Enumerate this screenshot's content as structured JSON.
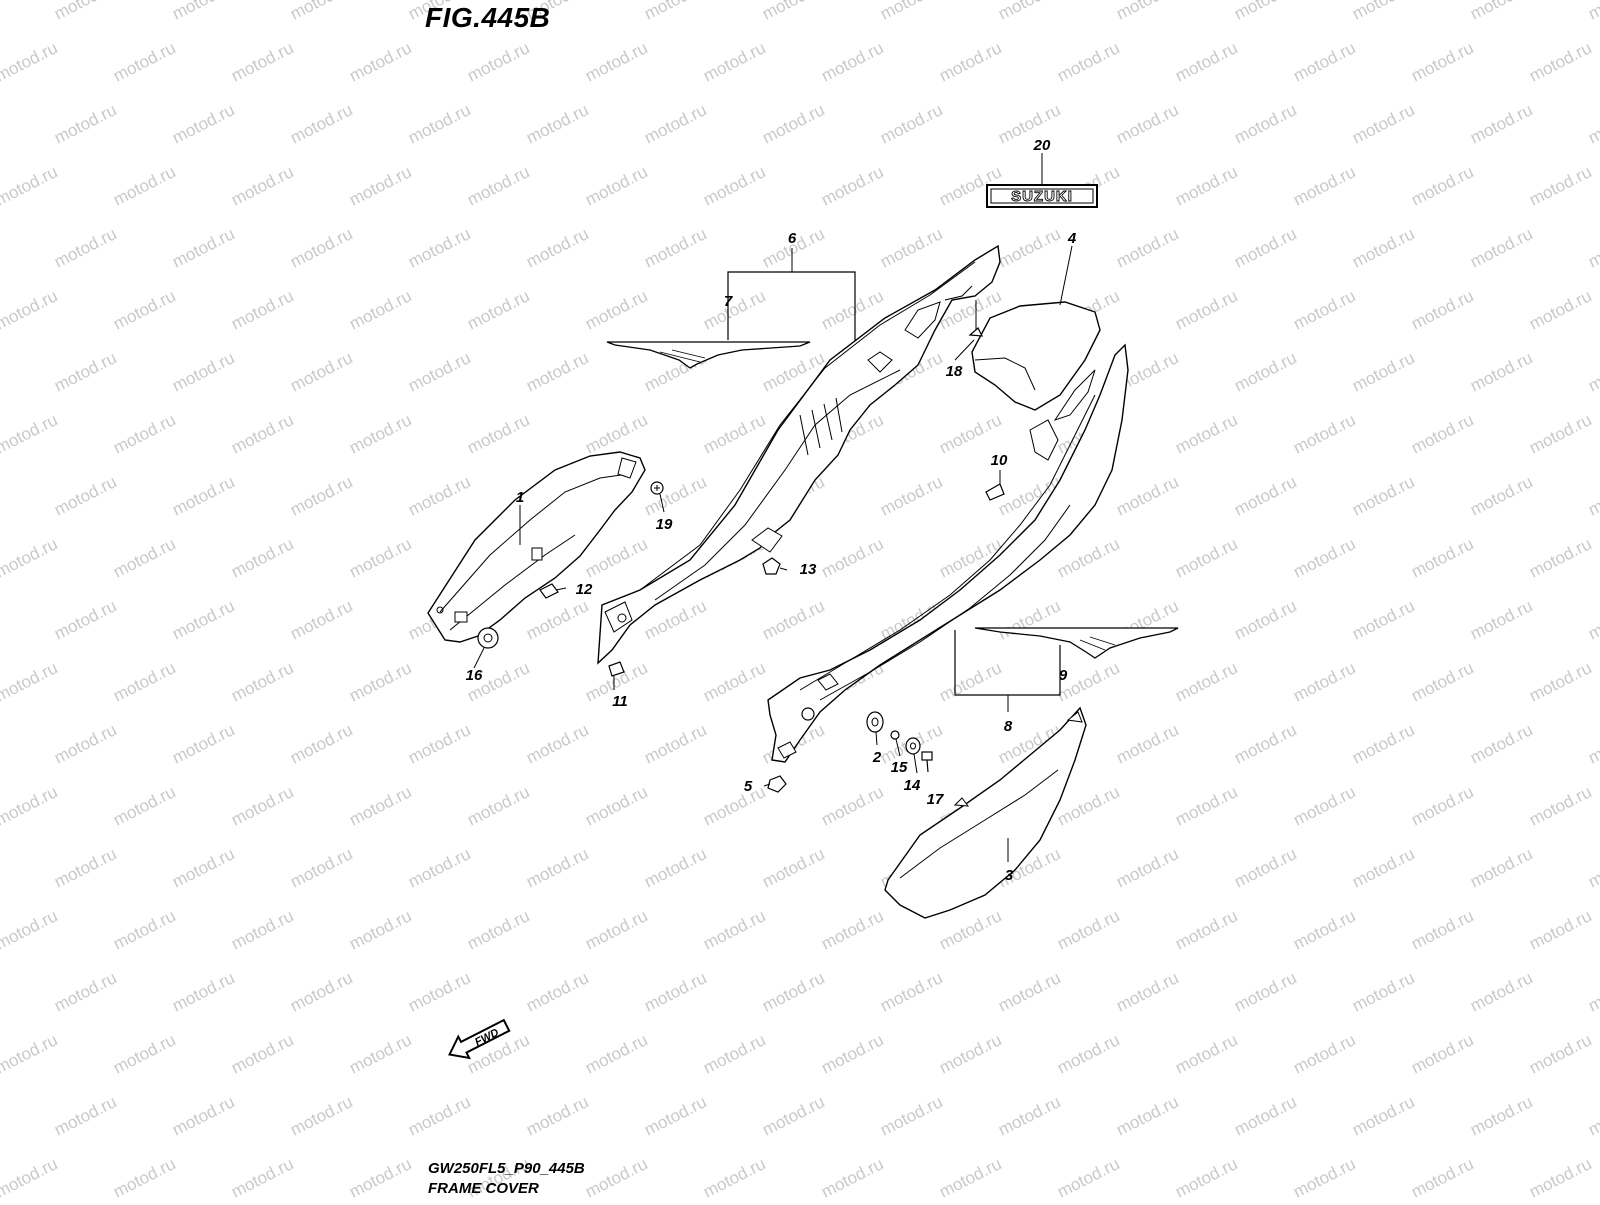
{
  "figure": {
    "title": "FIG.445B",
    "code": "GW250FL5_P90_445B",
    "name": "FRAME COVER"
  },
  "watermark": {
    "text": "motod.ru",
    "color": "#c9c9c9"
  },
  "emblem": {
    "text": "SUZUKI"
  },
  "direction": {
    "label": "FWD"
  },
  "callouts": [
    "1",
    "2",
    "3",
    "4",
    "5",
    "6",
    "7",
    "8",
    "9",
    "10",
    "11",
    "12",
    "13",
    "14",
    "15",
    "16",
    "17",
    "18",
    "19",
    "20"
  ]
}
